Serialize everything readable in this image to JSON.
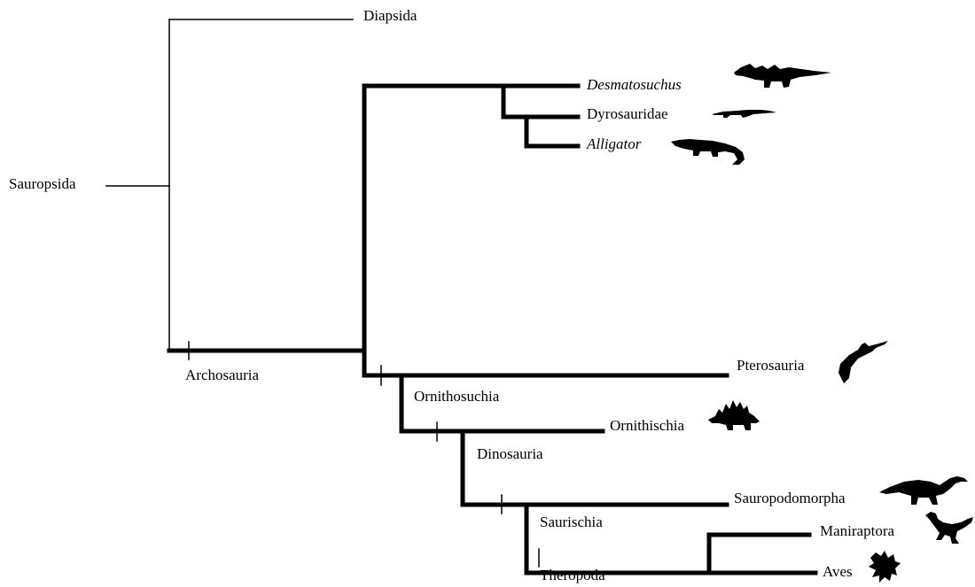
{
  "tree": {
    "terminal_taxa": [
      {
        "id": "diapsida",
        "label": "Diapsida",
        "italic": false
      },
      {
        "id": "desmatosuchus",
        "label": "Desmatosuchus",
        "italic": true
      },
      {
        "id": "dyrosauridae",
        "label": "Dyrosauridae",
        "italic": false
      },
      {
        "id": "alligator",
        "label": "Alligator",
        "italic": true
      },
      {
        "id": "pterosauria",
        "label": "Pterosauria",
        "italic": false
      },
      {
        "id": "ornithischia",
        "label": "Ornithischia",
        "italic": false
      },
      {
        "id": "sauropodomorpha",
        "label": "Sauropodomorpha",
        "italic": false
      },
      {
        "id": "maniraptora",
        "label": "Maniraptora",
        "italic": false
      },
      {
        "id": "aves",
        "label": "Aves",
        "italic": false
      }
    ],
    "clade_labels": [
      {
        "id": "sauropsida",
        "label": "Sauropsida"
      },
      {
        "id": "archosauria",
        "label": "Archosauria"
      },
      {
        "id": "ornithosuchia",
        "label": "Ornithosuchia"
      },
      {
        "id": "dinosauria",
        "label": "Dinosauria"
      },
      {
        "id": "saurischia",
        "label": "Saurischia"
      },
      {
        "id": "theropoda",
        "label": "Theropoda"
      }
    ],
    "silhouettes": [
      {
        "for": "desmatosuchus",
        "icon": "aetosaur-silhouette-icon"
      },
      {
        "for": "dyrosauridae",
        "icon": "dyrosaur-silhouette-icon"
      },
      {
        "for": "alligator",
        "icon": "alligator-silhouette-icon"
      },
      {
        "for": "pterosauria",
        "icon": "pterosaur-silhouette-icon"
      },
      {
        "for": "ornithischia",
        "icon": "stegosaur-silhouette-icon"
      },
      {
        "for": "sauropodomorpha",
        "icon": "sauropodomorph-silhouette-icon"
      },
      {
        "for": "maniraptora",
        "icon": "maniraptoran-silhouette-icon"
      },
      {
        "for": "aves",
        "icon": "bird-silhouette-icon"
      }
    ],
    "line_color": "#000000"
  }
}
